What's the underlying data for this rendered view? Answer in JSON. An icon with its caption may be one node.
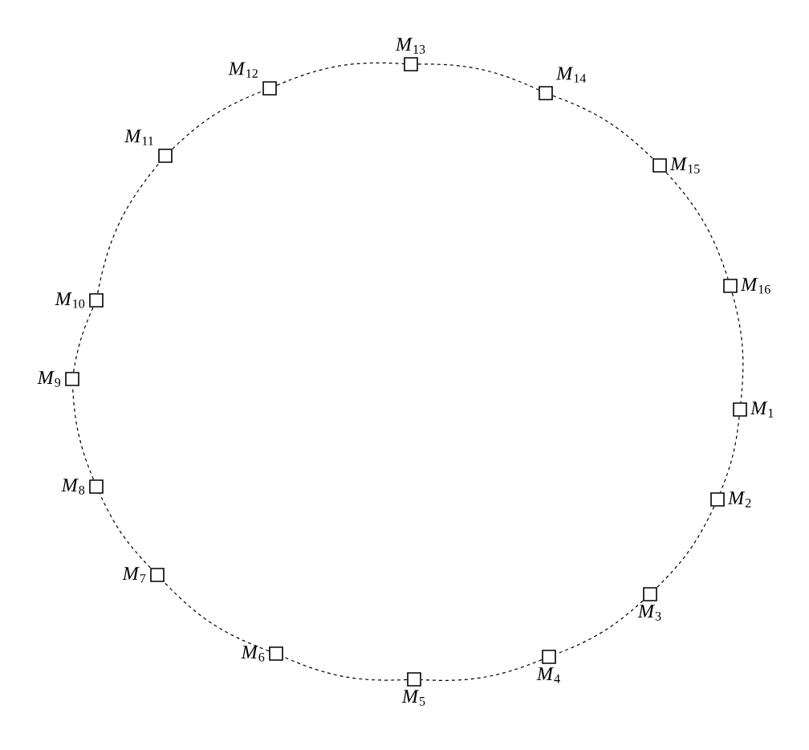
{
  "diagram": {
    "nodes": [
      {
        "text": [],
        "shape": "box",
        "beside": [
          "*M*$_{1}$"
        ]
      },
      {
        "text": [],
        "shape": "box",
        "beside": [
          "*M*$_{2}$"
        ]
      },
      {
        "text": [],
        "shape": "box",
        "beside": [
          "*M*$_{3}$"
        ]
      },
      {
        "text": [],
        "shape": "box",
        "beside": [
          "*M*$_{4}$"
        ]
      },
      {
        "text": [],
        "shape": "box",
        "beside": [
          "*M*$_{5}$"
        ]
      },
      {
        "text": [],
        "shape": "box",
        "beside": [
          "*M*$_{6}$"
        ]
      },
      {
        "text": [],
        "shape": "box",
        "beside": [
          "*M*$_{7}$"
        ]
      },
      {
        "text": [],
        "shape": "box",
        "beside": [
          "*M*$_{8}$"
        ]
      },
      {
        "text": [],
        "shape": "box",
        "beside": [
          "*M*$_{9}$"
        ]
      },
      {
        "text": [],
        "shape": "box",
        "beside": [
          "*M*$_{10}$"
        ]
      },
      {
        "text": [],
        "shape": "box",
        "beside": [
          "*M*$_{11}$"
        ]
      },
      {
        "text": [],
        "shape": "box",
        "beside": [
          "*M*$_{12}$"
        ]
      },
      {
        "text": [],
        "shape": "box",
        "beside": [
          "*M*$_{13}$"
        ]
      },
      {
        "text": [],
        "shape": "box",
        "beside": [
          "*M*$_{14}$"
        ]
      },
      {
        "text": [],
        "shape": "box",
        "beside": [
          "*M*$_{15}$"
        ]
      },
      {
        "text": [],
        "shape": "box",
        "beside": [
          "*M*$_{16}$"
        ]
      }
    ],
    "edges": [
      {
        "from": 0,
        "to": 1,
        "arrow": "none",
        "style": "dashed"
      },
      {
        "from": 1,
        "to": 2,
        "arrow": "none",
        "style": "dashed"
      },
      {
        "from": 2,
        "to": 3,
        "arrow": "none",
        "style": "dashed"
      },
      {
        "from": 3,
        "to": 4,
        "arrow": "none",
        "style": "dashed"
      },
      {
        "from": 4,
        "to": 5,
        "arrow": "none",
        "style": "dashed"
      },
      {
        "from": 5,
        "to": 6,
        "arrow": "none",
        "style": "dashed"
      },
      {
        "from": 6,
        "to": 7,
        "arrow": "none",
        "style": "dashed"
      },
      {
        "from": 7,
        "to": 8,
        "arrow": "none",
        "style": "dashed"
      },
      {
        "from": 8,
        "to": 9,
        "arrow": "none",
        "style": "dashed"
      },
      {
        "from": 9,
        "to": 10,
        "arrow": "none",
        "style": "dashed"
      },
      {
        "from": 10,
        "to": 11,
        "arrow": "none",
        "style": "dashed"
      },
      {
        "from": 11,
        "to": 12,
        "arrow": "none",
        "style": "dashed"
      },
      {
        "from": 12,
        "to": 13,
        "arrow": "none",
        "style": "dashed"
      },
      {
        "from": 13,
        "to": 14,
        "arrow": "none",
        "style": "dashed"
      },
      {
        "from": 14,
        "to": 15,
        "arrow": "none",
        "style": "dashed"
      },
      {
        "from": 15,
        "to": 0,
        "arrow": "none",
        "style": "dashed"
      }
    ]
  }
}
